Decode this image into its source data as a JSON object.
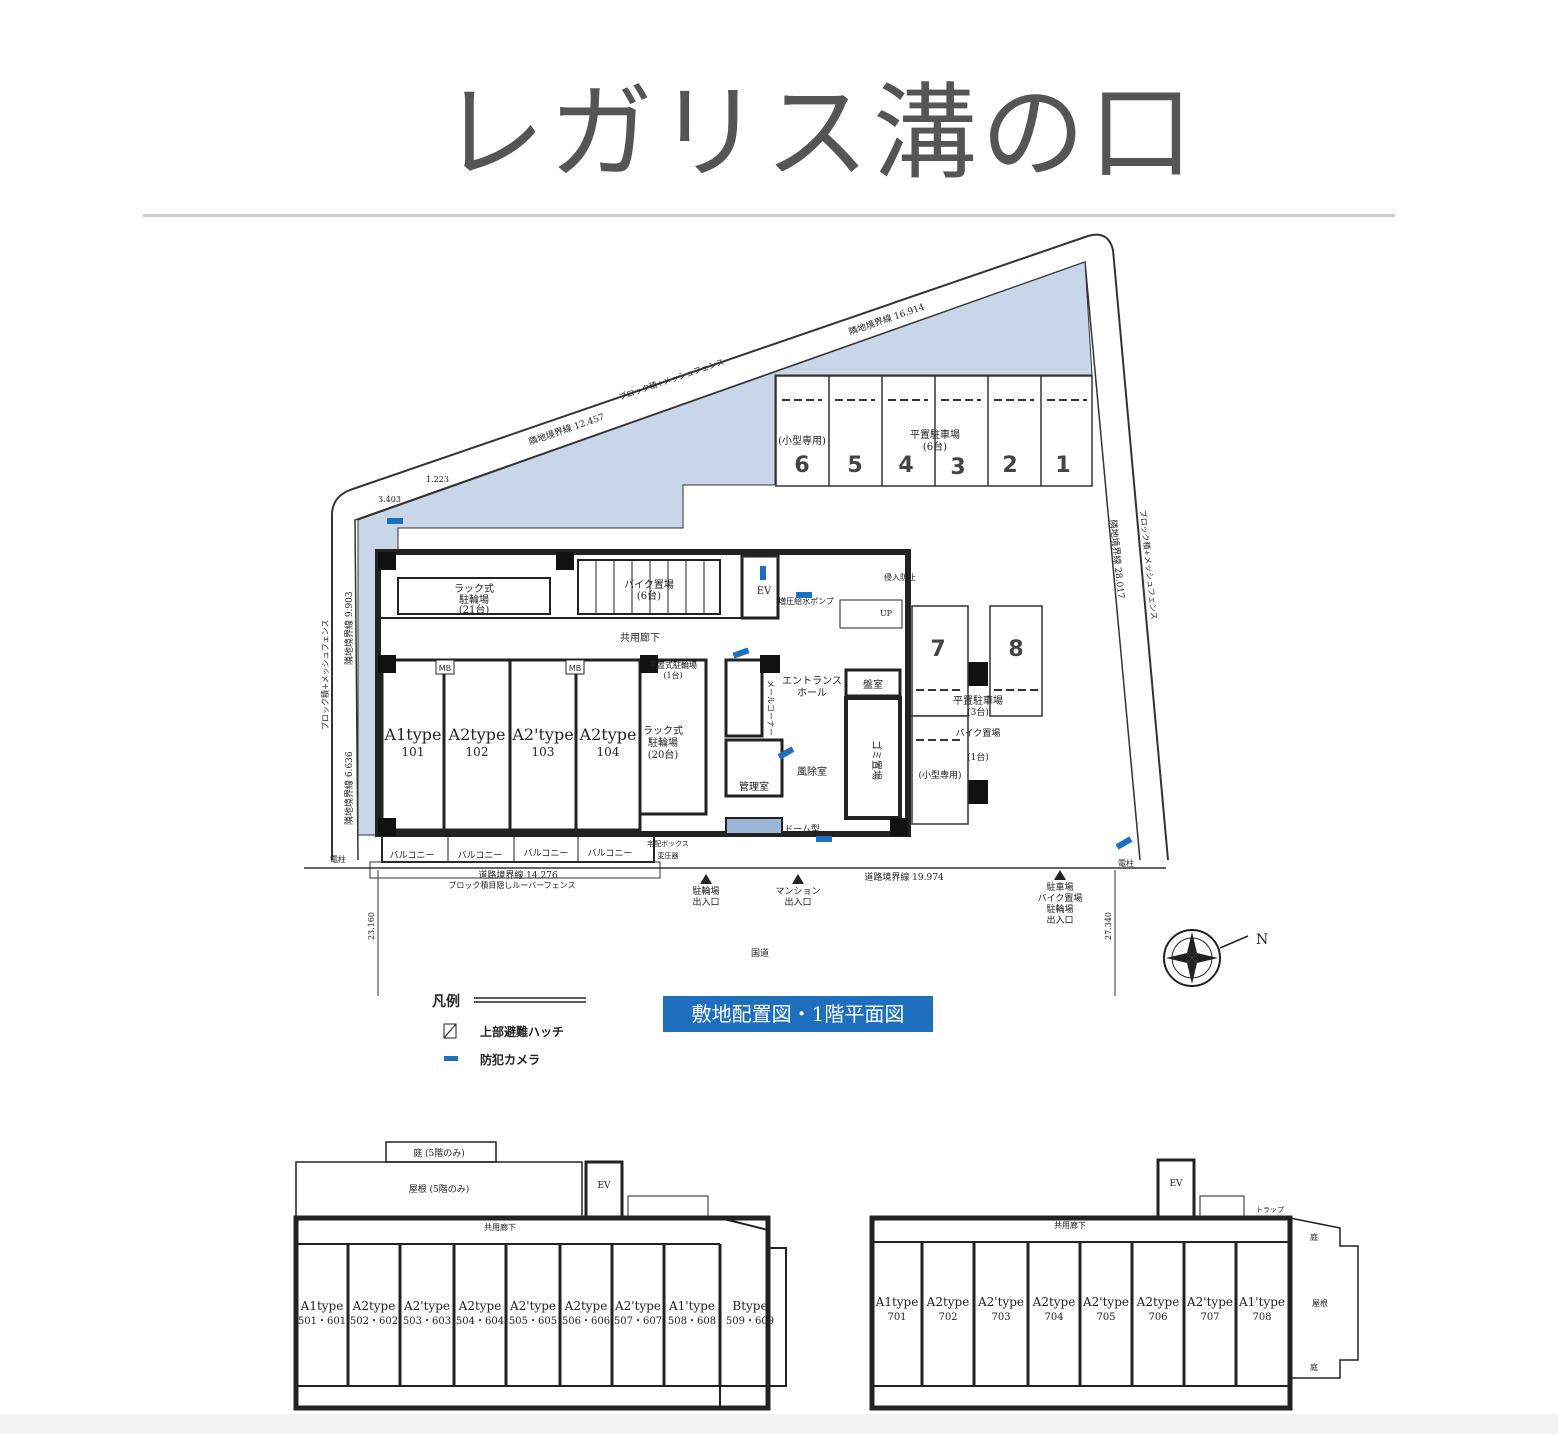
{
  "title": "レガリス溝の口",
  "site": {
    "parking_top": {
      "slots": [
        "6",
        "5",
        "4",
        "3",
        "2",
        "1"
      ],
      "label_small": "(小型専用)",
      "label_flat": "平置駐車場",
      "label_flat_count": "(6台)"
    },
    "parking_right": {
      "slots": [
        "7",
        "8"
      ],
      "label_flat": "平置駐車場",
      "label_flat_count": "(3台)",
      "label_small": "(小型専用)",
      "label_bike": "バイク置場",
      "label_bike_count": "(1台)"
    },
    "rooms": [
      {
        "type": "A1type",
        "num": "101"
      },
      {
        "type": "A2type",
        "num": "102"
      },
      {
        "type": "A2'type",
        "num": "103"
      },
      {
        "type": "A2type",
        "num": "104"
      }
    ],
    "rack_bike_top": {
      "name": "ラック式",
      "sub": "駐輪場",
      "count": "(21台)"
    },
    "bike_parking": {
      "name": "バイク置場",
      "count": "(6台)"
    },
    "rack_bike_inner": {
      "name": "ラック式",
      "sub": "駐輪場",
      "count": "(20台)"
    },
    "flat_bike": "平置式駐輪場",
    "flat_bike_count": "(1台)",
    "corridor": "共用廊下",
    "ev": "EV",
    "pump": "増圧給水ポンプ",
    "no_entry": "侵入防止",
    "up": "UP",
    "entrance": "エントランス",
    "entrance2": "ホール",
    "mail": "メールコーナー",
    "windbreak": "風除室",
    "mgmt": "管理室",
    "board": "盤室",
    "trash": "ゴミ置場",
    "dome": "ドーム型",
    "balcony": "バルコニー",
    "mb": "MB",
    "box": "宅配ボックス",
    "transformer": "変圧器",
    "road_boundary_1": "道路境界線 14.276",
    "road_boundary_2": "道路境界線 19.974",
    "fence_front": "ブロック積目隠しルーバーフェンス",
    "neighbor_1": "隣地境界線 12.457",
    "neighbor_2": "隣地境界線 16.914",
    "neighbor_3": "隣地境界線 28.017",
    "neighbor_4": "隣地境界線 9.903",
    "neighbor_5": "隣地境界線 6.636",
    "fence_mesh": "ブロック積+メッシュフェンス",
    "dim_3403": "3.403",
    "dim_1223": "1.223",
    "bike_exit": "駐輪場",
    "exit": "出入口",
    "mansion_exit": "マンション",
    "car_exit_1": "駐車場",
    "car_exit_2": "バイク置場",
    "car_exit_3": "駐輪場",
    "national_road": "国道",
    "dim_left": "23.160",
    "dim_right": "27.340",
    "pole": "電柱",
    "compass": "N"
  },
  "legend": {
    "title": "凡例",
    "hatch": "上部避難ハッチ",
    "camera": "防犯カメラ"
  },
  "caption": "敷地配置図・1階平面図",
  "floor5": {
    "rooms": [
      {
        "type": "A1type",
        "num": "501・601"
      },
      {
        "type": "A2type",
        "num": "502・602"
      },
      {
        "type": "A2'type",
        "num": "503・603"
      },
      {
        "type": "A2type",
        "num": "504・604"
      },
      {
        "type": "A2'type",
        "num": "505・605"
      },
      {
        "type": "A2type",
        "num": "506・606"
      },
      {
        "type": "A2'type",
        "num": "507・607"
      },
      {
        "type": "A1'type",
        "num": "508・608"
      },
      {
        "type": "Btype",
        "num": "509・609"
      }
    ],
    "garden": "庭 (5階のみ)",
    "roof": "屋根 (5階のみ)",
    "corridor": "共用廊下",
    "ev": "EV"
  },
  "floor7": {
    "rooms": [
      {
        "type": "A1type",
        "num": "701"
      },
      {
        "type": "A2type",
        "num": "702"
      },
      {
        "type": "A2'type",
        "num": "703"
      },
      {
        "type": "A2type",
        "num": "704"
      },
      {
        "type": "A2'type",
        "num": "705"
      },
      {
        "type": "A2type",
        "num": "706"
      },
      {
        "type": "A2'type",
        "num": "707"
      },
      {
        "type": "A1'type",
        "num": "708"
      }
    ],
    "corridor": "共用廊下",
    "ev": "EV",
    "roof": "屋根",
    "garden": "庭",
    "trap": "トラップ"
  },
  "colors": {
    "highlight": "#c9d6ea",
    "camera": "#1f6fbf",
    "caption_bg": "#1f6fbf"
  }
}
